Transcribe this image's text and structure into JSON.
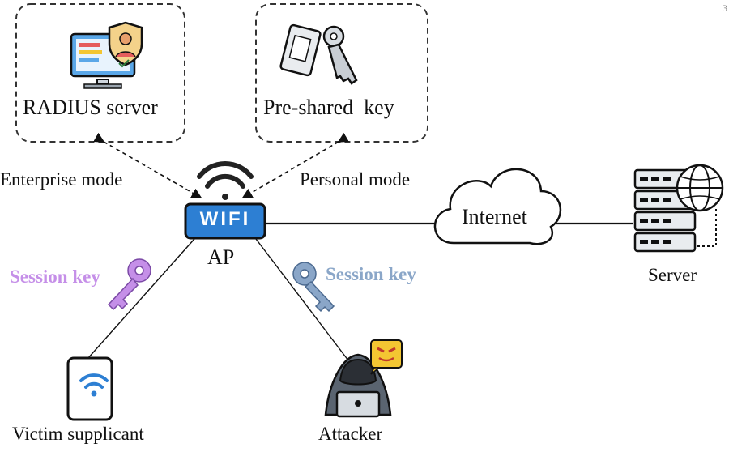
{
  "boxes": {
    "radius_label": "RADIUS server",
    "psk_label": "Pre-shared  key"
  },
  "modes": {
    "enterprise": "Enterprise mode",
    "personal": "Personal mode"
  },
  "ap": {
    "badge": "WIFI",
    "label": "AP"
  },
  "internet": {
    "label": "Internet"
  },
  "server": {
    "label": "Server"
  },
  "session_keys": {
    "victim": "Session key",
    "attacker": "Session key",
    "victim_color": "#c58fe8",
    "attacker_color": "#8aa6c8"
  },
  "victim": {
    "label": "Victim supplicant"
  },
  "attacker": {
    "label": "Attacker"
  },
  "corner_mark": "3",
  "colors": {
    "ap_blue": "#2d7fd3",
    "box_border": "#333333"
  },
  "icons": [
    "monitor-shield-icon",
    "key-card-icon",
    "wifi-router-icon",
    "cloud-icon",
    "server-globe-icon",
    "phone-wifi-icon",
    "hacker-laptop-icon"
  ]
}
